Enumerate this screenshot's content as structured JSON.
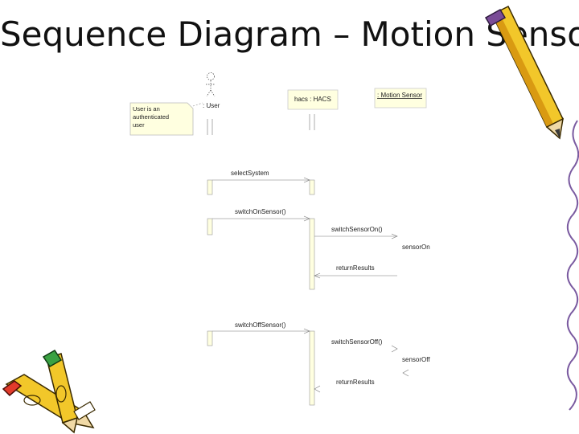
{
  "title": "Sequence Diagram – Motion Sensor",
  "note": {
    "lines": [
      "User is an",
      "authenticated",
      "user"
    ]
  },
  "actors": {
    "user": ": User",
    "hacs": "hacs : HACS",
    "motion_sensor": ": Motion Sensor"
  },
  "messages": {
    "configure": "selectSystem",
    "switch_on": "switchOnSensor()",
    "switch_sensor_on": "switchSensorOn()",
    "sensor_on": "sensorOn",
    "return_results_1": "returnResults",
    "switch_off": "switchOffSensor()",
    "switch_sensor_off": "switchSensorOff()",
    "sensor_off": "sensorOff",
    "return_results_2": "returnResults"
  },
  "colors": {
    "note_fill": "#ffffe0",
    "activation_fill": "#ffffe0",
    "line": "#555555"
  }
}
